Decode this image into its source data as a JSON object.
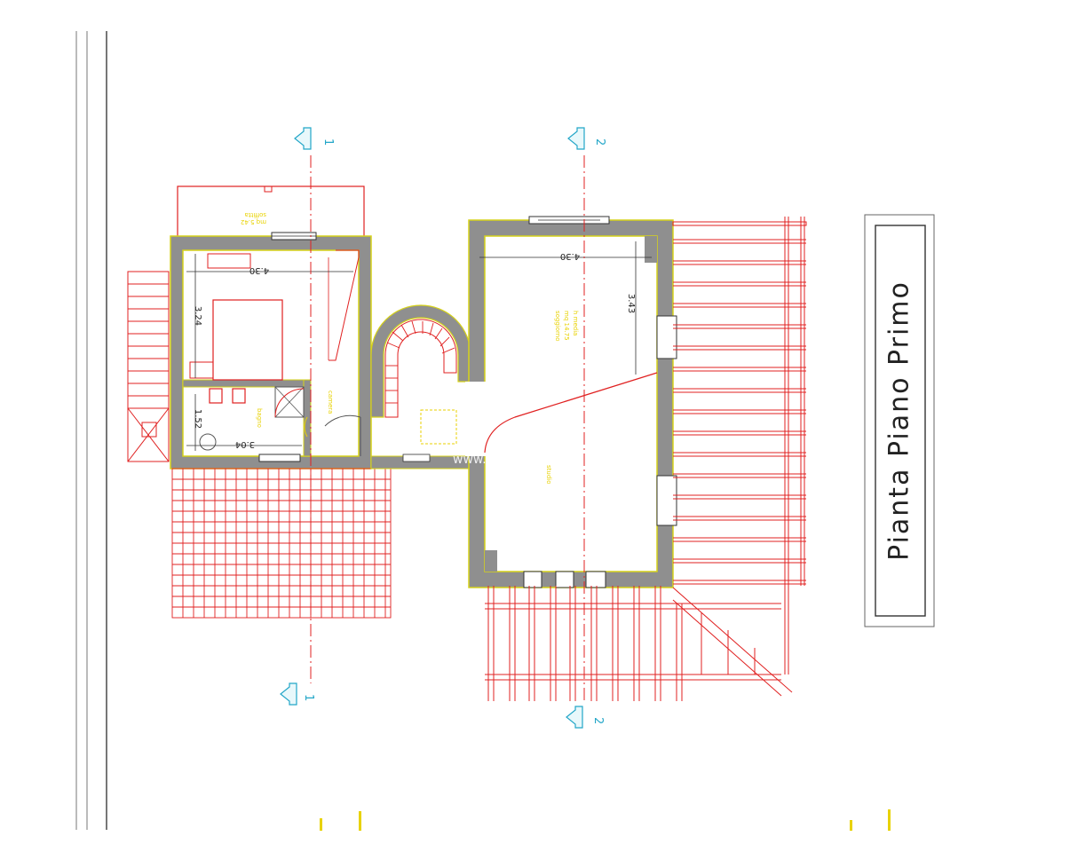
{
  "title": "Pianta Piano Primo",
  "section_markers": [
    {
      "id": "top-left",
      "label": "1"
    },
    {
      "id": "top-right",
      "label": "2"
    },
    {
      "id": "bottom-left",
      "label": "1"
    },
    {
      "id": "bottom-right",
      "label": "2"
    }
  ],
  "dimensions": {
    "bedroom_width": "4.30",
    "bedroom_depth": "3.24",
    "bath_depth": "1.52",
    "bath_width": "3.04",
    "right_room_width": "4.30",
    "right_room_depth": "3.43"
  },
  "watermark": "www.a",
  "colors": {
    "wall": "#8f8f8f",
    "wall_outline": "#d6d21a",
    "red_lines": "#e02020",
    "section_marker": "#22a6c8",
    "annotation_yellow": "#e8d200",
    "title_border": "#333333"
  }
}
